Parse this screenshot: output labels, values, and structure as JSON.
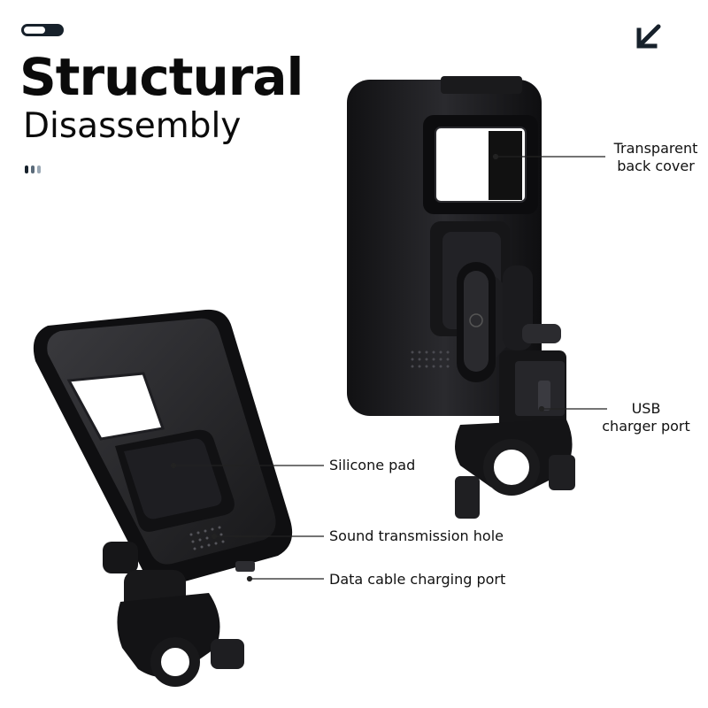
{
  "title": {
    "line1": "Structural",
    "line2": "Disassembly"
  },
  "icons": {
    "toggle": "toggle-switch-icon",
    "arrow": "arrow-down-left-icon"
  },
  "colors": {
    "dark": "#17212b",
    "dot_mid": "#5b6b7a",
    "dot_light": "#9aa8b5",
    "product": "#1b1b1d"
  },
  "callouts": {
    "transparent_back_cover": [
      "Transparent",
      "back cover"
    ],
    "usb_charger_port": [
      "USB",
      "charger port"
    ],
    "silicone_pad": "Silicone pad",
    "sound_transmission_hole": "Sound transmission hole",
    "data_cable_charging_port": "Data cable charging port"
  }
}
